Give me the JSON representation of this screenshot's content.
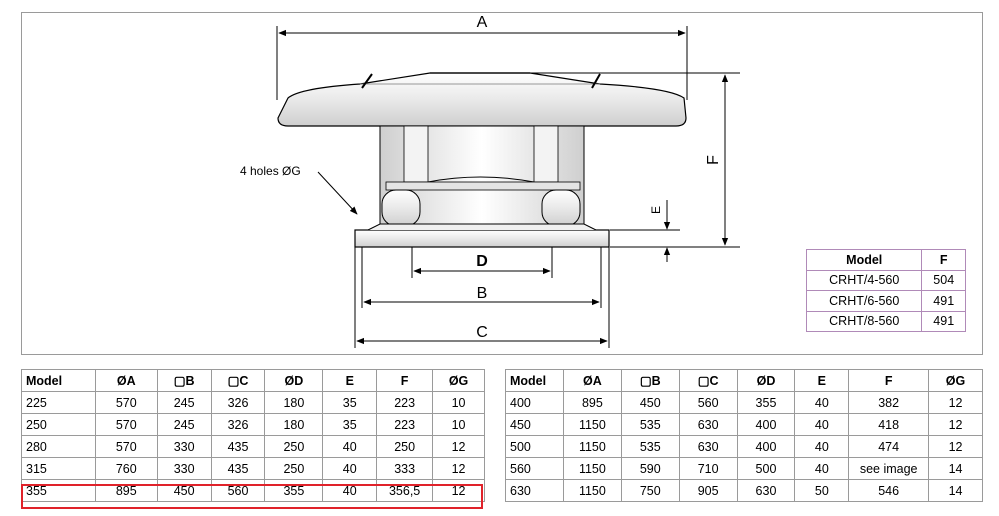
{
  "drawing": {
    "labels": {
      "a": "A",
      "b": "B",
      "c": "C",
      "d": "D",
      "e": "E",
      "f": "F",
      "holes": "4 holes ØG"
    }
  },
  "f_table": {
    "headers": [
      "Model",
      "F"
    ],
    "rows": [
      [
        "CRHT/4-560",
        "504"
      ],
      [
        "CRHT/6-560",
        "491"
      ],
      [
        "CRHT/8-560",
        "491"
      ]
    ]
  },
  "dimension_tables": {
    "headers": [
      "Model",
      "ØA",
      "▢B",
      "▢C",
      "ØD",
      "E",
      "F",
      "ØG"
    ],
    "left_rows": [
      [
        "225",
        "570",
        "245",
        "326",
        "180",
        "35",
        "223",
        "10"
      ],
      [
        "250",
        "570",
        "245",
        "326",
        "180",
        "35",
        "223",
        "10"
      ],
      [
        "280",
        "570",
        "330",
        "435",
        "250",
        "40",
        "250",
        "12"
      ],
      [
        "315",
        "760",
        "330",
        "435",
        "250",
        "40",
        "333",
        "12"
      ],
      [
        "355",
        "895",
        "450",
        "560",
        "355",
        "40",
        "356,5",
        "12"
      ]
    ],
    "right_rows": [
      [
        "400",
        "895",
        "450",
        "560",
        "355",
        "40",
        "382",
        "12"
      ],
      [
        "450",
        "1150",
        "535",
        "630",
        "400",
        "40",
        "418",
        "12"
      ],
      [
        "500",
        "1150",
        "535",
        "630",
        "400",
        "40",
        "474",
        "12"
      ],
      [
        "560",
        "1150",
        "590",
        "710",
        "500",
        "40",
        "see image",
        "14"
      ],
      [
        "630",
        "1150",
        "750",
        "905",
        "630",
        "50",
        "546",
        "14"
      ]
    ],
    "highlight_color": "#e0222a"
  }
}
